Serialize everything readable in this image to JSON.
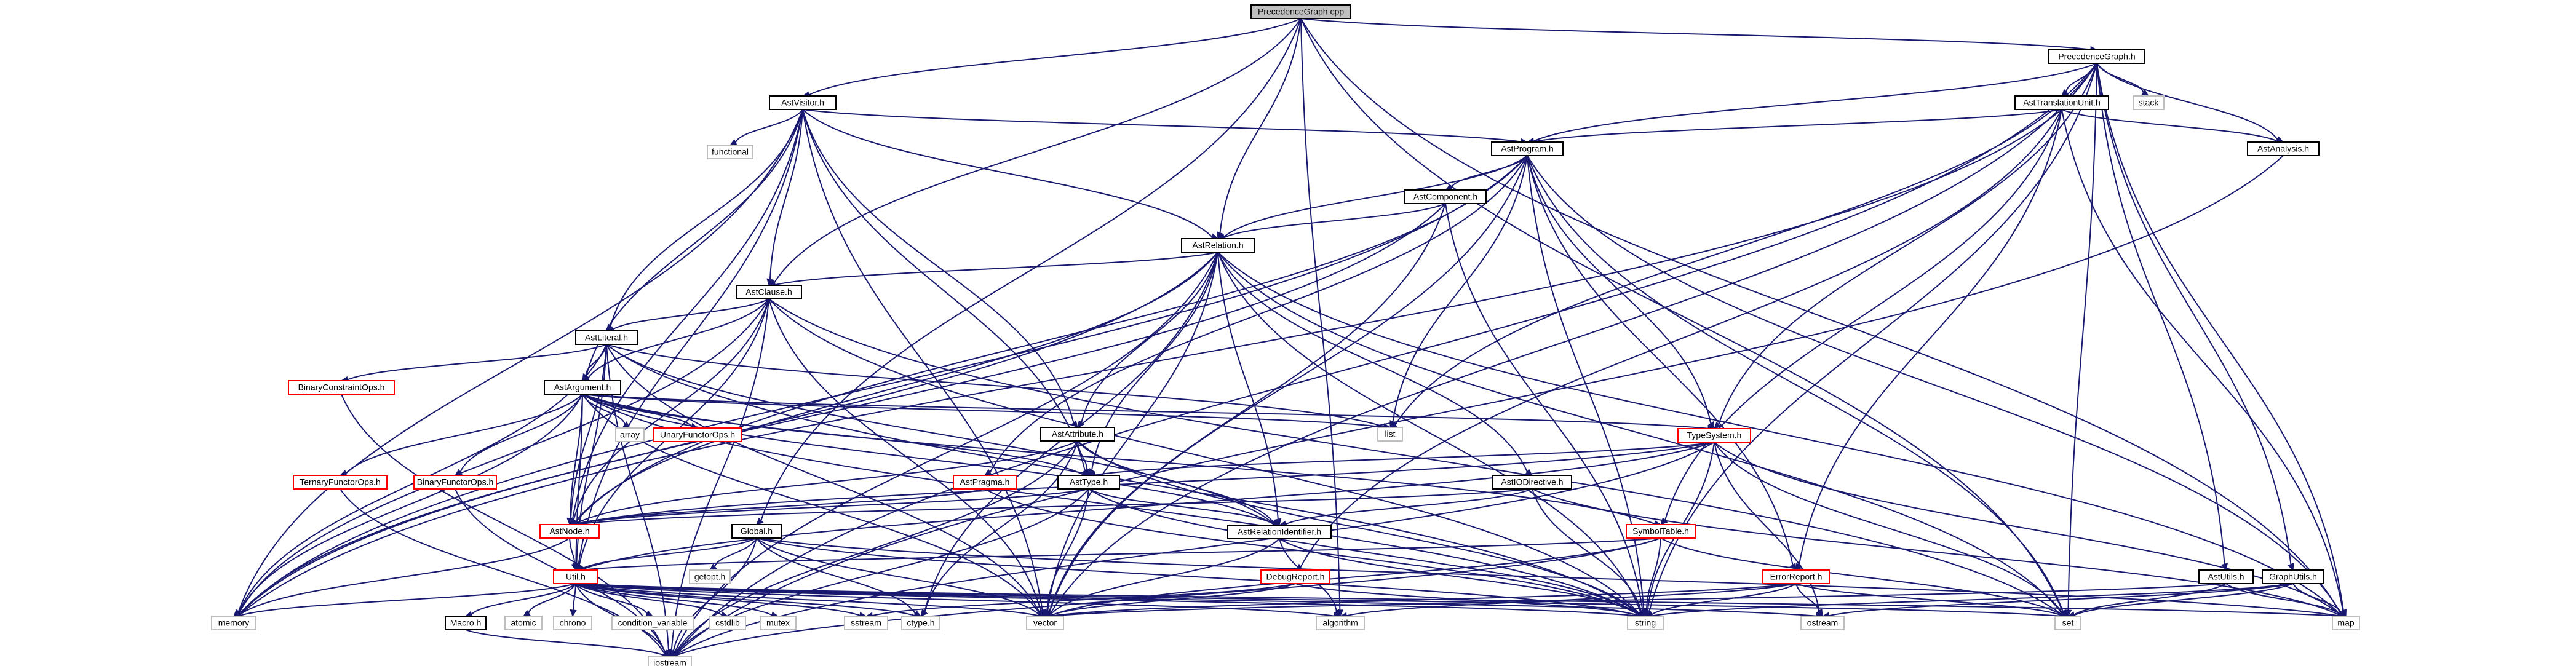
{
  "diagram": {
    "title": "PrecedenceGraph.cpp",
    "colors": {
      "edge": "#191970",
      "box_black": "#000000",
      "box_gray": "#bfbfbf",
      "box_red": "#ff0000",
      "root_fill": "#bfbfbf",
      "fill": "#ffffff"
    },
    "nodes": [
      {
        "id": "root",
        "label": "PrecedenceGraph.cpp",
        "border": "black",
        "root": true
      },
      {
        "id": "pg_h",
        "label": "PrecedenceGraph.h",
        "border": "black"
      },
      {
        "id": "astvisitor",
        "label": "AstVisitor.h",
        "border": "black"
      },
      {
        "id": "functional",
        "label": "functional",
        "border": "gray"
      },
      {
        "id": "astprogram",
        "label": "AstProgram.h",
        "border": "black"
      },
      {
        "id": "asttu",
        "label": "AstTranslationUnit.h",
        "border": "black"
      },
      {
        "id": "stack",
        "label": "stack",
        "border": "gray"
      },
      {
        "id": "astanalysis",
        "label": "AstAnalysis.h",
        "border": "black"
      },
      {
        "id": "astcomponent",
        "label": "AstComponent.h",
        "border": "black"
      },
      {
        "id": "astrelation",
        "label": "AstRelation.h",
        "border": "black"
      },
      {
        "id": "astclause",
        "label": "AstClause.h",
        "border": "black"
      },
      {
        "id": "astliteral",
        "label": "AstLiteral.h",
        "border": "black"
      },
      {
        "id": "binconstr",
        "label": "BinaryConstraintOps.h",
        "border": "red"
      },
      {
        "id": "astargument",
        "label": "AstArgument.h",
        "border": "black"
      },
      {
        "id": "unaryfunc",
        "label": "UnaryFunctorOps.h",
        "border": "red"
      },
      {
        "id": "array",
        "label": "array",
        "border": "gray"
      },
      {
        "id": "list",
        "label": "list",
        "border": "gray"
      },
      {
        "id": "typesystem",
        "label": "TypeSystem.h",
        "border": "red"
      },
      {
        "id": "ternfunc",
        "label": "TernaryFunctorOps.h",
        "border": "red"
      },
      {
        "id": "binfunc",
        "label": "BinaryFunctorOps.h",
        "border": "red"
      },
      {
        "id": "astattribute",
        "label": "AstAttribute.h",
        "border": "black"
      },
      {
        "id": "astpragma",
        "label": "AstPragma.h",
        "border": "red"
      },
      {
        "id": "asttype",
        "label": "AstType.h",
        "border": "black"
      },
      {
        "id": "astiodirective",
        "label": "AstIODirective.h",
        "border": "black"
      },
      {
        "id": "astnode",
        "label": "AstNode.h",
        "border": "red"
      },
      {
        "id": "global",
        "label": "Global.h",
        "border": "black"
      },
      {
        "id": "astrelid",
        "label": "AstRelationIdentifier.h",
        "border": "black"
      },
      {
        "id": "symboltable",
        "label": "SymbolTable.h",
        "border": "red"
      },
      {
        "id": "getopt",
        "label": "getopt.h",
        "border": "gray"
      },
      {
        "id": "util",
        "label": "Util.h",
        "border": "red"
      },
      {
        "id": "debugreport",
        "label": "DebugReport.h",
        "border": "red"
      },
      {
        "id": "errorreport",
        "label": "ErrorReport.h",
        "border": "red"
      },
      {
        "id": "astutils",
        "label": "AstUtils.h",
        "border": "black"
      },
      {
        "id": "graphutils",
        "label": "GraphUtils.h",
        "border": "black"
      },
      {
        "id": "memory",
        "label": "memory",
        "border": "gray"
      },
      {
        "id": "macro",
        "label": "Macro.h",
        "border": "black"
      },
      {
        "id": "atomic",
        "label": "atomic",
        "border": "gray"
      },
      {
        "id": "chrono",
        "label": "chrono",
        "border": "gray"
      },
      {
        "id": "condvar",
        "label": "condition_variable",
        "border": "gray"
      },
      {
        "id": "cstdlib",
        "label": "cstdlib",
        "border": "gray"
      },
      {
        "id": "mutex",
        "label": "mutex",
        "border": "gray"
      },
      {
        "id": "sstream",
        "label": "sstream",
        "border": "gray"
      },
      {
        "id": "ctype",
        "label": "ctype.h",
        "border": "gray"
      },
      {
        "id": "vector",
        "label": "vector",
        "border": "gray"
      },
      {
        "id": "algorithm",
        "label": "algorithm",
        "border": "gray"
      },
      {
        "id": "string",
        "label": "string",
        "border": "gray"
      },
      {
        "id": "ostream",
        "label": "ostream",
        "border": "gray"
      },
      {
        "id": "set",
        "label": "set",
        "border": "gray"
      },
      {
        "id": "map",
        "label": "map",
        "border": "gray"
      },
      {
        "id": "iostream",
        "label": "iostream",
        "border": "gray"
      }
    ],
    "edges": [
      [
        "root",
        "pg_h"
      ],
      [
        "root",
        "astvisitor"
      ],
      [
        "root",
        "astclause"
      ],
      [
        "root",
        "astrelation"
      ],
      [
        "root",
        "global"
      ],
      [
        "root",
        "algorithm"
      ],
      [
        "root",
        "set"
      ],
      [
        "root",
        "map"
      ],
      [
        "pg_h",
        "asttu"
      ],
      [
        "pg_h",
        "astprogram"
      ],
      [
        "pg_h",
        "astanalysis"
      ],
      [
        "pg_h",
        "stack"
      ],
      [
        "pg_h",
        "list"
      ],
      [
        "pg_h",
        "set"
      ],
      [
        "pg_h",
        "map"
      ],
      [
        "pg_h",
        "vector"
      ],
      [
        "pg_h",
        "iostream"
      ],
      [
        "pg_h",
        "graphutils"
      ],
      [
        "pg_h",
        "astutils"
      ],
      [
        "pg_h",
        "string"
      ],
      [
        "pg_h",
        "typesystem"
      ],
      [
        "astvisitor",
        "functional"
      ],
      [
        "astvisitor",
        "astprogram"
      ],
      [
        "astvisitor",
        "astrelation"
      ],
      [
        "astvisitor",
        "astclause"
      ],
      [
        "astvisitor",
        "astliteral"
      ],
      [
        "astvisitor",
        "astargument"
      ],
      [
        "astvisitor",
        "astattribute"
      ],
      [
        "astvisitor",
        "asttype"
      ],
      [
        "astvisitor",
        "astnode"
      ],
      [
        "astvisitor",
        "vector"
      ],
      [
        "astvisitor",
        "memory"
      ],
      [
        "astvisitor",
        "util"
      ],
      [
        "asttu",
        "astprogram"
      ],
      [
        "asttu",
        "astanalysis"
      ],
      [
        "asttu",
        "errorreport"
      ],
      [
        "asttu",
        "debugreport"
      ],
      [
        "asttu",
        "symboltable"
      ],
      [
        "asttu",
        "map"
      ],
      [
        "asttu",
        "memory"
      ],
      [
        "astanalysis",
        "iostream"
      ],
      [
        "astprogram",
        "astcomponent"
      ],
      [
        "astprogram",
        "astrelation"
      ],
      [
        "astprogram",
        "astpragma"
      ],
      [
        "astprogram",
        "typesystem"
      ],
      [
        "astprogram",
        "list"
      ],
      [
        "astprogram",
        "set"
      ],
      [
        "astprogram",
        "map"
      ],
      [
        "astprogram",
        "string"
      ],
      [
        "astprogram",
        "memory"
      ],
      [
        "astprogram",
        "astnode"
      ],
      [
        "astprogram",
        "vector"
      ],
      [
        "astprogram",
        "errorreport"
      ],
      [
        "astcomponent",
        "astrelation"
      ],
      [
        "astcomponent",
        "vector"
      ],
      [
        "astcomponent",
        "memory"
      ],
      [
        "astcomponent",
        "string"
      ],
      [
        "astrelation",
        "astclause"
      ],
      [
        "astrelation",
        "astattribute"
      ],
      [
        "astrelation",
        "astiodirective"
      ],
      [
        "astrelation",
        "astrelid"
      ],
      [
        "astrelation",
        "asttype"
      ],
      [
        "astrelation",
        "set"
      ],
      [
        "astrelation",
        "string"
      ],
      [
        "astrelation",
        "vector"
      ],
      [
        "astrelation",
        "memory"
      ],
      [
        "astrelation",
        "ctype"
      ],
      [
        "astrelation",
        "map"
      ],
      [
        "astrelation",
        "iostream"
      ],
      [
        "astrelation",
        "astnode"
      ],
      [
        "astclause",
        "astliteral"
      ],
      [
        "astclause",
        "astargument"
      ],
      [
        "astclause",
        "astnode"
      ],
      [
        "astclause",
        "util"
      ],
      [
        "astclause",
        "vector"
      ],
      [
        "astclause",
        "string"
      ],
      [
        "astclause",
        "set"
      ],
      [
        "astclause",
        "memory"
      ],
      [
        "astclause",
        "iostream"
      ],
      [
        "astliteral",
        "binconstr"
      ],
      [
        "astliteral",
        "astargument"
      ],
      [
        "astliteral",
        "astnode"
      ],
      [
        "astliteral",
        "util"
      ],
      [
        "astliteral",
        "list"
      ],
      [
        "astliteral",
        "astrelid"
      ],
      [
        "astliteral",
        "memory"
      ],
      [
        "astliteral",
        "vector"
      ],
      [
        "astliteral",
        "iostream"
      ],
      [
        "astliteral",
        "string"
      ],
      [
        "binconstr",
        "iostream"
      ],
      [
        "astargument",
        "unaryfunc"
      ],
      [
        "astargument",
        "array"
      ],
      [
        "astargument",
        "list"
      ],
      [
        "astargument",
        "ternfunc"
      ],
      [
        "astargument",
        "binfunc"
      ],
      [
        "astargument",
        "typesystem"
      ],
      [
        "astargument",
        "astnode"
      ],
      [
        "astargument",
        "asttype"
      ],
      [
        "astargument",
        "symboltable"
      ],
      [
        "astargument",
        "memory"
      ],
      [
        "astargument",
        "vector"
      ],
      [
        "astargument",
        "string"
      ],
      [
        "astargument",
        "util"
      ],
      [
        "astargument",
        "astrelid"
      ],
      [
        "ternfunc",
        "iostream"
      ],
      [
        "binfunc",
        "iostream"
      ],
      [
        "typesystem",
        "asttype"
      ],
      [
        "typesystem",
        "util"
      ],
      [
        "typesystem",
        "map"
      ],
      [
        "typesystem",
        "set"
      ],
      [
        "typesystem",
        "string"
      ],
      [
        "typesystem",
        "iostream"
      ],
      [
        "typesystem",
        "astnode"
      ],
      [
        "typesystem",
        "ostream"
      ],
      [
        "astattribute",
        "asttype"
      ],
      [
        "astattribute",
        "astnode"
      ],
      [
        "astattribute",
        "astrelid"
      ],
      [
        "astattribute",
        "string"
      ],
      [
        "astattribute",
        "ctype"
      ],
      [
        "astattribute",
        "iostream"
      ],
      [
        "astpragma",
        "astnode"
      ],
      [
        "astpragma",
        "string"
      ],
      [
        "asttype",
        "astnode"
      ],
      [
        "asttype",
        "astrelid"
      ],
      [
        "asttype",
        "vector"
      ],
      [
        "asttype",
        "string"
      ],
      [
        "asttype",
        "iostream"
      ],
      [
        "astiodirective",
        "astnode"
      ],
      [
        "astiodirective",
        "astrelid"
      ],
      [
        "astiodirective",
        "map"
      ],
      [
        "astiodirective",
        "string"
      ],
      [
        "astnode",
        "memory"
      ],
      [
        "astnode",
        "util"
      ],
      [
        "global",
        "getopt"
      ],
      [
        "global",
        "util"
      ],
      [
        "global",
        "map"
      ],
      [
        "global",
        "string"
      ],
      [
        "global",
        "vector"
      ],
      [
        "global",
        "ctype"
      ],
      [
        "global",
        "iostream"
      ],
      [
        "astrelid",
        "string"
      ],
      [
        "astrelid",
        "vector"
      ],
      [
        "astrelid",
        "algorithm"
      ],
      [
        "symboltable",
        "util"
      ],
      [
        "symboltable",
        "string"
      ],
      [
        "symboltable",
        "set"
      ],
      [
        "symboltable",
        "vector"
      ],
      [
        "symboltable",
        "iostream"
      ],
      [
        "util",
        "macro"
      ],
      [
        "util",
        "atomic"
      ],
      [
        "util",
        "chrono"
      ],
      [
        "util",
        "condvar"
      ],
      [
        "util",
        "cstdlib"
      ],
      [
        "util",
        "mutex"
      ],
      [
        "util",
        "sstream"
      ],
      [
        "util",
        "ctype"
      ],
      [
        "util",
        "vector"
      ],
      [
        "util",
        "string"
      ],
      [
        "util",
        "set"
      ],
      [
        "util",
        "map"
      ],
      [
        "util",
        "algorithm"
      ],
      [
        "util",
        "ostream"
      ],
      [
        "util",
        "iostream"
      ],
      [
        "util",
        "memory"
      ],
      [
        "macro",
        "iostream"
      ],
      [
        "debugreport",
        "string"
      ],
      [
        "debugreport",
        "vector"
      ],
      [
        "debugreport",
        "sstream"
      ],
      [
        "errorreport",
        "vector"
      ],
      [
        "errorreport",
        "string"
      ],
      [
        "errorreport",
        "ostream"
      ],
      [
        "errorreport",
        "algorithm"
      ],
      [
        "errorreport",
        "set"
      ],
      [
        "astutils",
        "set"
      ],
      [
        "astutils",
        "vector"
      ],
      [
        "astutils",
        "map"
      ],
      [
        "graphutils",
        "string"
      ],
      [
        "graphutils",
        "set"
      ],
      [
        "graphutils",
        "map"
      ],
      [
        "graphutils",
        "ostream"
      ]
    ]
  }
}
